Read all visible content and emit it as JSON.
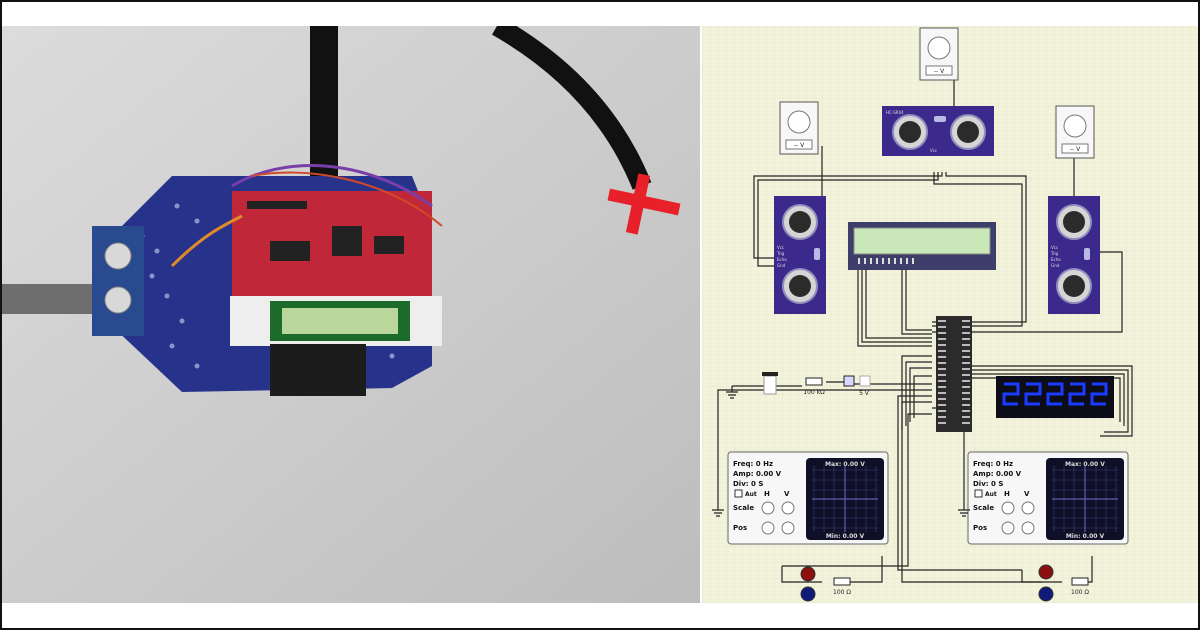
{
  "labels": {
    "voltmeter_left": "-- V",
    "voltmeter_center": "-- V",
    "voltmeter_right": "-- V",
    "sensor_top_title": "HC-SR04",
    "resistor_main": "100 kΩ",
    "source_5v": "5 V",
    "resistor_bottom_left": "100 Ω",
    "resistor_bottom_right": "100 Ω",
    "pin_vcc": "Vcc",
    "pin_trig": "Trig",
    "pin_echo": "Echo",
    "pin_gnd": "Gnd"
  },
  "oscilloscopes": [
    {
      "freq": "Freq: 0 Hz",
      "amp": "Amp: 0.00 V",
      "div": "Div:  0 S",
      "auto": "Aut",
      "h": "H",
      "v": "V",
      "scale": "Scale",
      "pos": "Pos",
      "max": "Max: 0.00 V",
      "min": "Min: 0.00 V"
    },
    {
      "freq": "Freq: 0 Hz",
      "amp": "Amp: 0.00 V",
      "div": "Div:  0 S",
      "auto": "Aut",
      "h": "H",
      "v": "V",
      "scale": "Scale",
      "pos": "Pos",
      "max": "Max: 0.00 V",
      "min": "Min: 0.00 V"
    }
  ],
  "colors": {
    "grid_bg": "#f3f3dc",
    "sensor": "#3b2a8c",
    "lcd": "#c9e7b9",
    "seven_seg": "#1a3cff",
    "photo_wall": "#cfcfcf",
    "robot_base": "#27338a",
    "pcb": "#c0283a"
  }
}
